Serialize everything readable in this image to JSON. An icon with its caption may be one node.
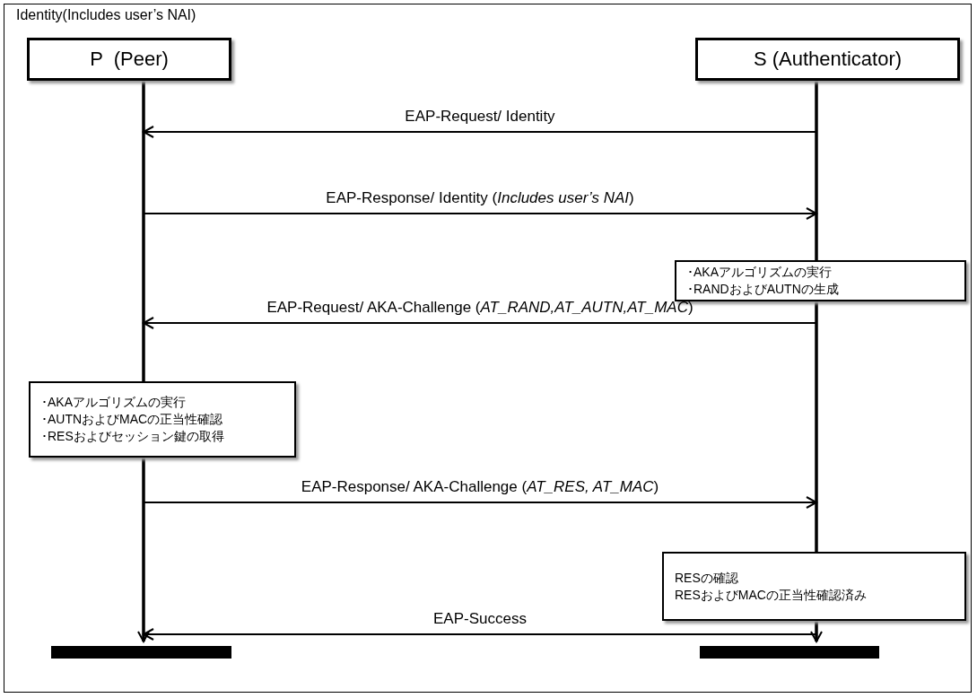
{
  "diagram": {
    "title": "Identity(Includes user’s NAI)",
    "nodes": [
      {
        "text": [
          "P  (Peer)"
        ]
      },
      {
        "text": [
          "S (Authenticator)"
        ]
      },
      {
        "text": [
          "･AKAアルゴリズムの実行",
          "･RANDおよびAUTNの生成"
        ]
      },
      {
        "text": [
          "･AKAアルゴリズムの実行",
          "･AUTNおよびMACの正当性確認",
          "･RESおよびセッション鍵の取得"
        ]
      },
      {
        "text": [
          "RESの確認",
          "RESおよびMACの正当性確認済み"
        ]
      }
    ],
    "edges": [
      {
        "from": 1,
        "to": 0,
        "arrow": "to",
        "label": "EAP-Request/ Identity"
      },
      {
        "from": 0,
        "to": 1,
        "arrow": "to",
        "label": "EAP-Response/ Identity  (*Includes user’s NAI*)"
      },
      {
        "from": 1,
        "to": 0,
        "arrow": "to",
        "label": "EAP-Request/ AKA-Challenge  (*AT_RAND,AT_AUTN,AT_MAC*)"
      },
      {
        "from": 0,
        "to": 1,
        "arrow": "to",
        "label": "EAP-Response/ AKA-Challenge  (*AT_RES, AT_MAC*)"
      },
      {
        "from": 1,
        "to": 0,
        "arrow": "to",
        "label": "EAP-Success"
      }
    ]
  }
}
